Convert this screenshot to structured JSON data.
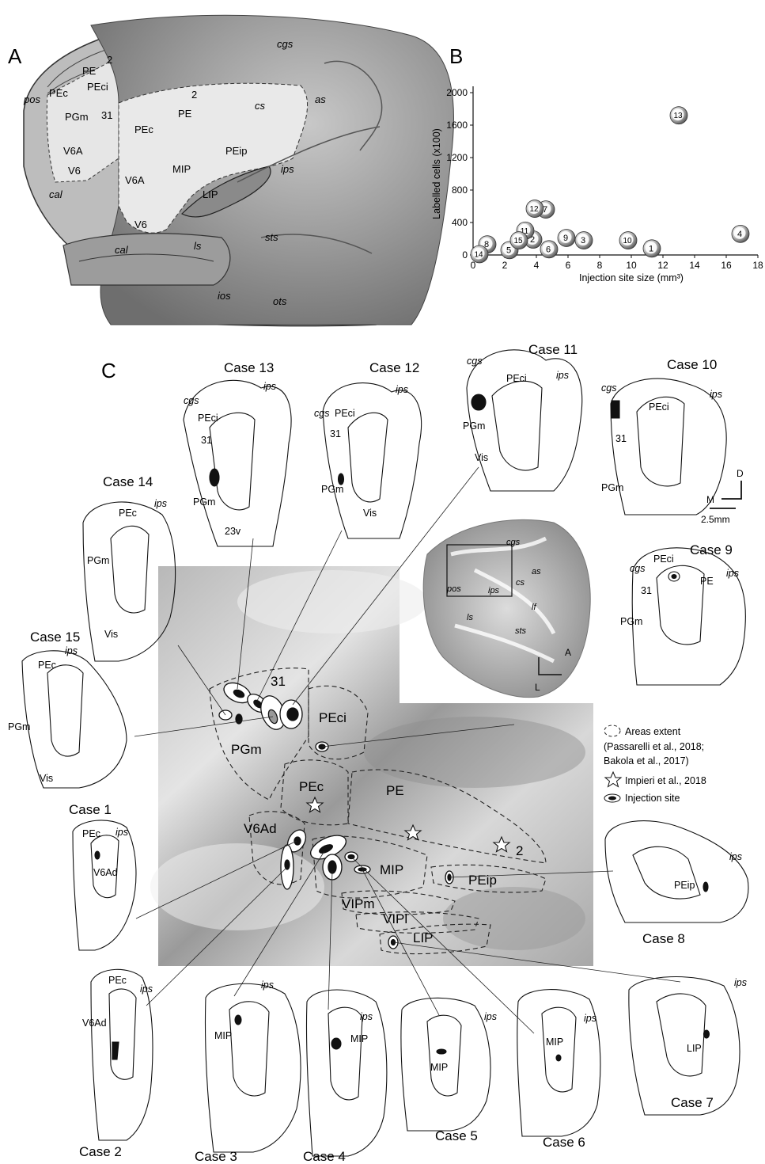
{
  "panels": {
    "a": "A",
    "b": "B",
    "c": "C"
  },
  "panel_a": {
    "labels": {
      "cgs": "cgs",
      "two_top": "2",
      "pe_top": "PE",
      "peci": "PEci",
      "pos": "pos",
      "pec_left": "PEc",
      "pgm": "PGm",
      "n31": "31",
      "v6a_left": "V6A",
      "v6_left": "V6",
      "cal_left": "cal",
      "two_mid": "2",
      "cs": "cs",
      "as": "as",
      "pe": "PE",
      "pec": "PEc",
      "peip": "PEip",
      "mip": "MIP",
      "ips": "ips",
      "v6a": "V6A",
      "lip": "LIP",
      "v6": "V6",
      "cal": "cal",
      "ls": "ls",
      "sts": "sts",
      "ios": "ios",
      "ots": "ots"
    }
  },
  "chart_data": {
    "type": "scatter",
    "xlabel": "Injection site size (mm³)",
    "ylabel": "Labelled cells (x100)",
    "xlim": [
      0,
      18
    ],
    "ylim": [
      0,
      2000
    ],
    "xticks": [
      0,
      2,
      4,
      6,
      8,
      10,
      12,
      14,
      16,
      18
    ],
    "yticks": [
      0,
      400,
      800,
      1200,
      1600,
      2000
    ],
    "points": [
      {
        "label": "1",
        "x": 11.3,
        "y": 80
      },
      {
        "label": "2",
        "x": 3.8,
        "y": 190
      },
      {
        "label": "3",
        "x": 7.0,
        "y": 180
      },
      {
        "label": "4",
        "x": 16.9,
        "y": 260
      },
      {
        "label": "5",
        "x": 2.3,
        "y": 60
      },
      {
        "label": "6",
        "x": 4.8,
        "y": 70
      },
      {
        "label": "7",
        "x": 4.6,
        "y": 560
      },
      {
        "label": "8",
        "x": 0.9,
        "y": 130
      },
      {
        "label": "9",
        "x": 5.9,
        "y": 210
      },
      {
        "label": "10",
        "x": 9.8,
        "y": 180
      },
      {
        "label": "11",
        "x": 3.3,
        "y": 300
      },
      {
        "label": "12",
        "x": 3.9,
        "y": 570
      },
      {
        "label": "13",
        "x": 13.0,
        "y": 1720
      },
      {
        "label": "14",
        "x": 0.4,
        "y": 10
      },
      {
        "label": "15",
        "x": 2.9,
        "y": 180
      }
    ]
  },
  "panel_c": {
    "cases": {
      "c1": "Case 1",
      "c2": "Case 2",
      "c3": "Case 3",
      "c4": "Case 4",
      "c5": "Case 5",
      "c6": "Case 6",
      "c7": "Case 7",
      "c8": "Case 8",
      "c9": "Case 9",
      "c10": "Case 10",
      "c11": "Case 11",
      "c12": "Case 12",
      "c13": "Case 13",
      "c14": "Case 14",
      "c15": "Case 15"
    },
    "section_labels": {
      "c13_cgs": "cgs",
      "c13_ips": "ips",
      "c13_peci": "PEci",
      "c13_31": "31",
      "c13_pgm": "PGm",
      "c13_23v": "23v",
      "c12_cgs": "cgs",
      "c12_ips": "ips",
      "c12_peci": "PEci",
      "c12_31": "31",
      "c12_pgm": "PGm",
      "c12_vis": "Vis",
      "c11_cgs": "cgs",
      "c11_ips": "ips",
      "c11_peci": "PEci",
      "c11_pgm": "PGm",
      "c11_vis": "Vis",
      "c10_cgs": "cgs",
      "c10_ips": "ips",
      "c10_peci": "PEci",
      "c10_31": "31",
      "c10_pgm": "PGm",
      "c14_ips": "ips",
      "c14_pec": "PEc",
      "c14_pgm": "PGm",
      "c14_vis": "Vis",
      "c15_ips": "ips",
      "c15_pec": "PEc",
      "c15_pgm": "PGm",
      "c15_vis": "Vis",
      "c9_cgs": "cgs",
      "c9_peci": "PEci",
      "c9_pe": "PE",
      "c9_ips": "ips",
      "c9_31": "31",
      "c9_pgm": "PGm",
      "c1_pec": "PEc",
      "c1_ips": "ips",
      "c1_v6ad": "V6Ad",
      "c8_ips": "ips",
      "c8_peip": "PEip",
      "c2_pec": "PEc",
      "c2_ips": "ips",
      "c2_v6ad": "V6Ad",
      "c3_ips": "ips",
      "c3_mip": "MIP",
      "c4_ips": "ips",
      "c4_mip": "MIP",
      "c5_ips": "ips",
      "c5_mip": "MIP",
      "c6_ips": "ips",
      "c6_mip": "MIP",
      "c7_ips": "ips",
      "c7_lip": "LIP"
    },
    "flatmap_areas": {
      "31": "31",
      "pgm": "PGm",
      "peci": "PEci",
      "pec": "PEc",
      "pe": "PE",
      "two": "2",
      "v6ad": "V6Ad",
      "mip": "MIP",
      "peip": "PEip",
      "vipm": "VIPm",
      "vipl": "VIPl",
      "lip": "LIP"
    },
    "inset": {
      "cgs": "cgs",
      "as": "as",
      "pos": "pos",
      "ips": "ips",
      "cs": "cs",
      "lf": "lf",
      "ls": "ls",
      "sts": "sts",
      "dir_a": "A",
      "dir_l": "L"
    },
    "scale": {
      "d": "D",
      "m": "M",
      "size": "2.5mm"
    },
    "legend": {
      "areas_extent_1": "Areas extent",
      "areas_extent_2": "(Passarelli et al., 2018;",
      "areas_extent_3": "Bakola et al., 2017)",
      "star": "Impieri et al., 2018",
      "injection": "Injection site"
    }
  }
}
